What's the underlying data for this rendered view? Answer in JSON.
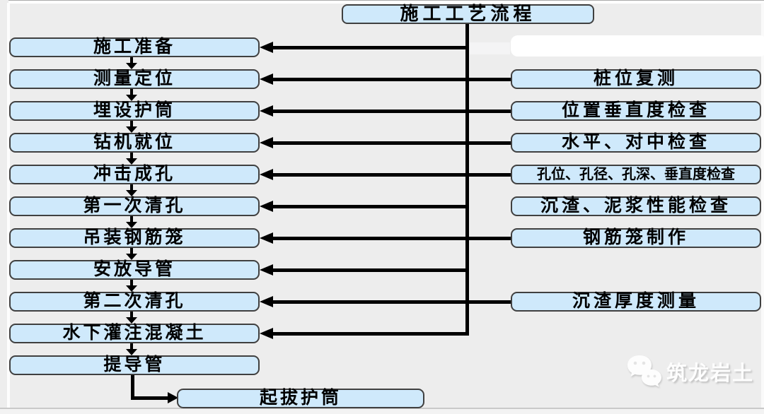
{
  "title": "施工工艺流程",
  "flow_steps": [
    "施工准备",
    "测量定位",
    "埋设护筒",
    "钻机就位",
    "冲击成孔",
    "第一次清孔",
    "吊装钢筋笼",
    "安放导管",
    "第二次清孔",
    "水下灌注混凝土",
    "提导管",
    "起拔护筒"
  ],
  "check_items": [
    "桩位复测",
    "位置垂直度检查",
    "水平、对中检查",
    "孔位、孔径、孔深、垂直度检查",
    "沉渣、泥浆性能检查",
    "钢筋笼制作",
    "沉渣厚度测量"
  ],
  "watermark": {
    "text": "筑龙岩土",
    "icon": "wechat-bubbles-icon"
  },
  "colors": {
    "background": "#ededed",
    "box_fill": "#cfe9fb",
    "box_border": "#404040",
    "connector": "#000000",
    "blank_box": "#ffffff",
    "watermark_text": "#fdfdfd"
  }
}
